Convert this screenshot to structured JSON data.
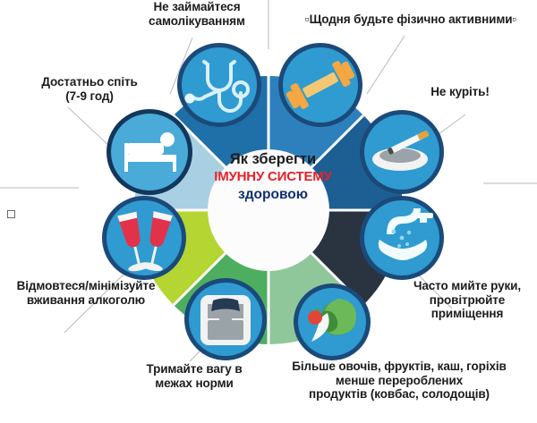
{
  "center": {
    "line1": "Як зберегти",
    "line2": "ІМУННУ СИСТЕМУ",
    "line3": "здоровою",
    "line1_color": "#1b1b1b",
    "line2_color": "#e8202a",
    "line3_color": "#0f2f6e"
  },
  "segments": [
    {
      "id": "self-medication",
      "label": "Не займайтеся\nсамолікуванням",
      "icon": "stethoscope-icon",
      "wedge_color": "#1f6fa8",
      "circle_color": "#2f9bd0",
      "circle_border": "#1b4a7a"
    },
    {
      "id": "physical-activity",
      "label": "▫Щодня будьте фізично активними▫",
      "icon": "dumbbell-icon",
      "wedge_color": "#2e80bd",
      "circle_color": "#2f9bd0",
      "circle_border": "#1b4a7a"
    },
    {
      "id": "no-smoking",
      "label": "Не куріть!",
      "icon": "ashtray-cigarette-icon",
      "wedge_color": "#1d5f93",
      "circle_color": "#2f9bd0",
      "circle_border": "#1b4a7a"
    },
    {
      "id": "hand-washing",
      "label": "Часто мийте руки,\nпровітрюйте\nприміщення",
      "icon": "faucet-handwash-icon",
      "wedge_color": "#2a3340",
      "circle_color": "#2f9bd0",
      "circle_border": "#1b4a7a"
    },
    {
      "id": "healthy-food",
      "label": "Більше овочів, фруктів, каш, горіхів\nменше перероблених\nпродуктів (ковбас, солодощів)",
      "icon": "vegetables-icon",
      "wedge_color": "#8fc79a",
      "circle_color": "#2f9bd0",
      "circle_border": "#1b4a7a"
    },
    {
      "id": "healthy-weight",
      "label": "Тримайте вагу в\nмежах норми",
      "icon": "weight-scale-icon",
      "wedge_color": "#4eae5f",
      "circle_color": "#2f9bd0",
      "circle_border": "#1b4a7a"
    },
    {
      "id": "alcohol",
      "label": "Відмовтеся/мінімізуйте\nвживання алкоголю",
      "icon": "wine-glasses-icon",
      "wedge_color": "#b5d532",
      "circle_color": "#2f9bd0",
      "circle_border": "#1b4a7a"
    },
    {
      "id": "sleep",
      "label": "Достатньо спіть\n(7-9 год)",
      "icon": "bed-icon",
      "wedge_color": "#a9cfe3",
      "circle_color": "#4aabd8",
      "circle_border": "#13375c"
    }
  ],
  "colors": {
    "background": "#ffffff",
    "center_disc": "#fcfcfc",
    "connector_line": "#b9b9b9",
    "accent_red": "#e8202a",
    "accent_navy": "#0f2f6e"
  },
  "artifacts": {
    "left_box": "▫"
  }
}
